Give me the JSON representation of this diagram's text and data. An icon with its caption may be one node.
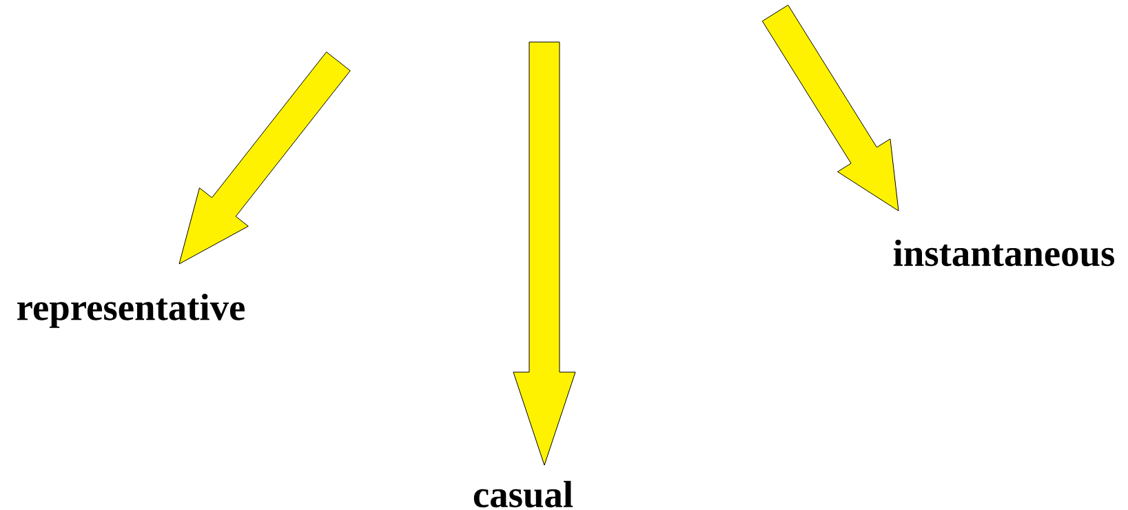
{
  "diagram": {
    "nodes": [
      {
        "text": [
          "representative"
        ]
      },
      {
        "text": [
          "casual"
        ]
      },
      {
        "text": [
          "instantaneous"
        ]
      }
    ],
    "edges": [
      {
        "from": null,
        "to": 0,
        "arrow": "to"
      },
      {
        "from": null,
        "to": 1,
        "arrow": "to"
      },
      {
        "from": null,
        "to": 2,
        "arrow": "to"
      }
    ]
  }
}
